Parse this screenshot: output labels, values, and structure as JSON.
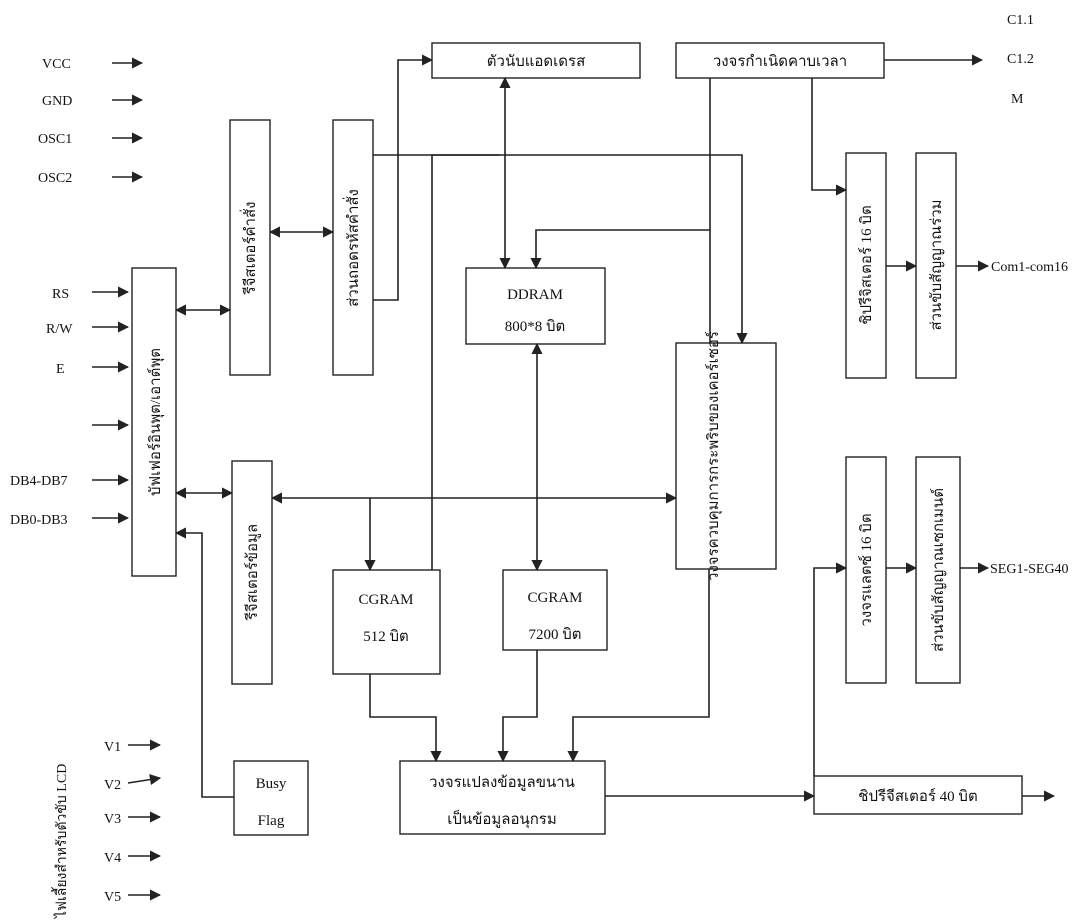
{
  "left_inputs": {
    "power": [
      "VCC",
      "GND",
      "OSC1",
      "OSC2"
    ],
    "control": [
      "RS",
      "R/W",
      "E"
    ],
    "data": [
      "DB4-DB7",
      "DB0-DB3"
    ],
    "voltage": [
      "V1",
      "V2",
      "V3",
      "V4",
      "V5"
    ],
    "voltage_caption": "ไฟเลี้ยงสำหรับตัวขับ LCD"
  },
  "right_outputs": {
    "clock_signals": [
      "C1.1",
      "C1.2",
      "M"
    ],
    "common": "Com1-com16",
    "segment": "SEG1-SEG40"
  },
  "blocks": {
    "address_counter": "ตัวนับแอดเดรส",
    "timing_generator": "วงจรกำเนิดคาบเวลา",
    "instruction_register": "รีจีสเตอร์คำสั่ง",
    "instruction_decoder": "ส่วนถอดรหัสคำสั่ง",
    "io_buffer": "บัฟเฟอร์อินพุต/เอาต์พุต",
    "data_register": "รีจีสเตอร์ข้อมูล",
    "ddram_name": "DDRAM",
    "ddram_size": "800*8 บิต",
    "cursor_control": "วงจรควบคุมการกระพริบของเคอร์เซอร์",
    "cgram1_name": "CGRAM",
    "cgram1_size": "512 บิต",
    "cgram2_name": "CGRAM",
    "cgram2_size": "7200 บิต",
    "shift_register_16": "ชิปรีจิสเตอร์ 16 บิต",
    "common_driver": "ส่วนขับสัญญาณร่วม",
    "latch_16": "วงจรแลตซ์ 16 บิต",
    "segment_driver": "ส่วนขับสัญญาณเซกเมนต์",
    "busy_flag_1": "Busy",
    "busy_flag_2": "Flag",
    "parallel_to_serial_1": "วงจรแปลงข้อมูลขนาน",
    "parallel_to_serial_2": "เป็นข้อมูลอนุกรม",
    "shift_register_40": "ชิปรีจีสเตอร์ 40 บิต"
  }
}
